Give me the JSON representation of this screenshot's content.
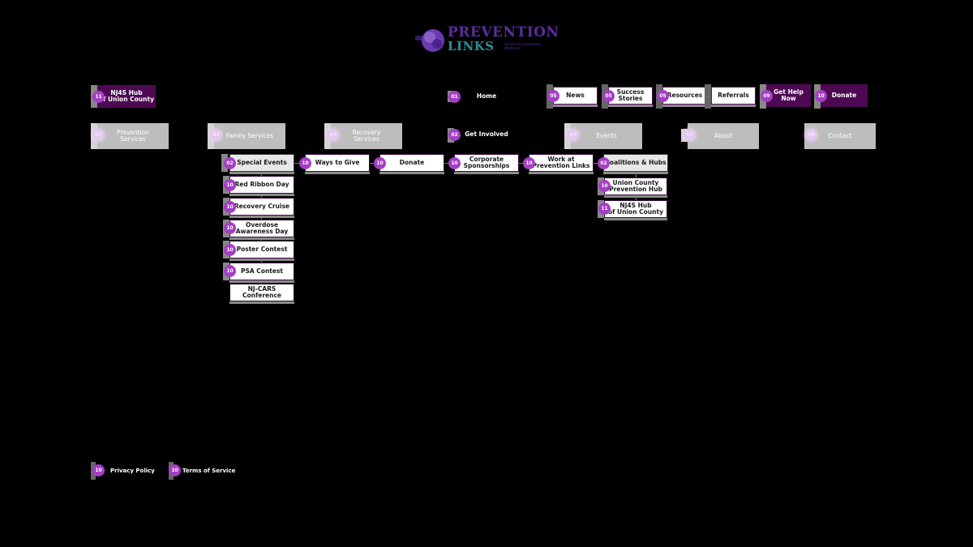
{
  "logo": {
    "line1": "PREVENTION",
    "line2": "LINKS",
    "tagline": "Service Empowered Wellness",
    "colors": {
      "primary": "#5a2d9e",
      "secondary": "#2d8f95"
    }
  },
  "colors": {
    "badge": "#a43fc4",
    "dark_purple_node": "#4d0a52",
    "gray_node": "#bdbdbd",
    "background": "#000000"
  },
  "top_utility": {
    "nj4s": {
      "badge": "11",
      "label": "NJ4S Hub\nof Union County"
    },
    "home": {
      "badge": "01",
      "label": "Home"
    },
    "news": {
      "badge": "05",
      "label": "News"
    },
    "success_stories": {
      "badge": "05",
      "label": "Success\nStories"
    },
    "resources": {
      "badge": "05",
      "label": "Resources"
    },
    "referrals": {
      "label": "Referrals"
    },
    "get_help_now": {
      "badge": "09",
      "label": "Get Help\nNow"
    },
    "donate": {
      "badge": "10",
      "label": "Donate"
    }
  },
  "main_nav": [
    {
      "badge": "02",
      "label": "Prevention\nServices"
    },
    {
      "badge": "02",
      "label": "Family Services"
    },
    {
      "badge": "03",
      "label": "Recovery\nServices"
    },
    {
      "badge": "02",
      "label": "Get Involved"
    },
    {
      "badge": "03",
      "label": "Events"
    },
    {
      "badge": "02",
      "label": "About"
    },
    {
      "badge": "06",
      "label": "Contact"
    }
  ],
  "get_involved_children": [
    {
      "badge": "02",
      "label": "Special Events"
    },
    {
      "badge": "10",
      "label": "Ways to Give"
    },
    {
      "badge": "10",
      "label": "Donate"
    },
    {
      "badge": "10",
      "label": "Corporate\nSponsorships"
    },
    {
      "badge": "10",
      "label": "Work at\nPrevention Links"
    },
    {
      "badge": "02",
      "label": "Coalitions & Hubs"
    }
  ],
  "special_events_children": [
    {
      "badge": "10",
      "label": "Red Ribbon Day"
    },
    {
      "badge": "10",
      "label": "Recovery Cruise"
    },
    {
      "badge": "10",
      "label": "Overdose\nAwareness Day"
    },
    {
      "badge": "10",
      "label": "Poster Contest"
    },
    {
      "badge": "10",
      "label": "PSA Contest"
    },
    {
      "badge": "",
      "label": "NJ-CARS Conference"
    }
  ],
  "coalitions_children": [
    {
      "badge": "10",
      "label": "Union County\nPrevention Hub"
    },
    {
      "badge": "11",
      "label": "NJ4S Hub\nof Union County"
    }
  ],
  "footer": [
    {
      "badge": "10",
      "label": "Privacy Policy"
    },
    {
      "badge": "10",
      "label": "Terms of Service"
    }
  ]
}
